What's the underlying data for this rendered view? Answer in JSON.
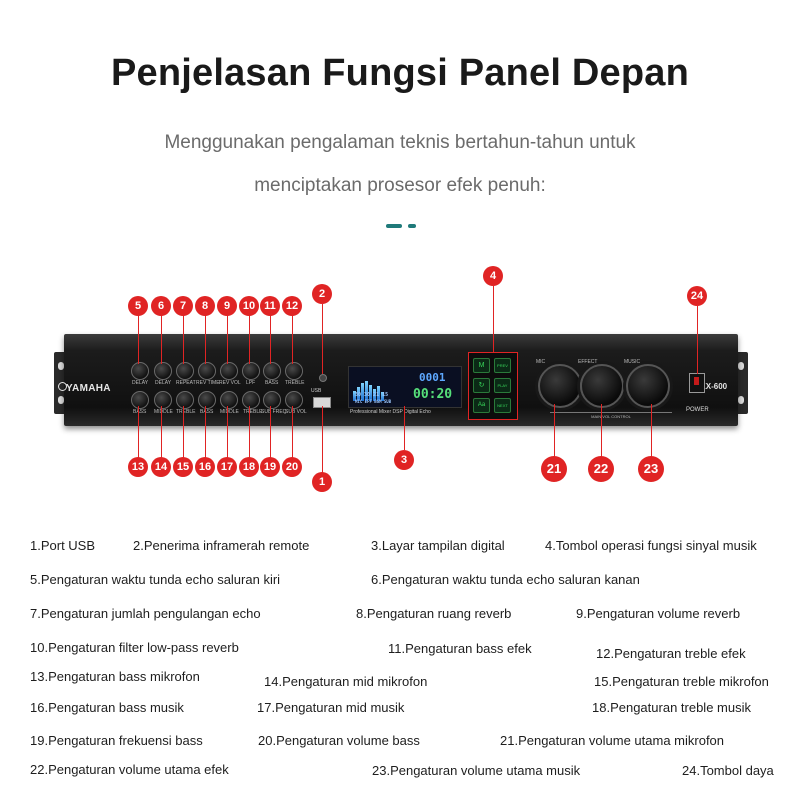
{
  "header": {
    "title": "Penjelasan Fungsi Panel Depan",
    "subtitle_line1": "Menggunakan pengalaman teknis bertahun-tahun untuk",
    "subtitle_line2": "menciptakan prosesor efek penuh:"
  },
  "device": {
    "brand": "YAMAHA",
    "model": "KX-600",
    "usb_label": "USB",
    "display_caption": "Professional Mixer DSP Digital Echo",
    "display_counter": "0001",
    "display_time": "00:20",
    "display_small": "30 30 21 15",
    "display_small2": "MIC EFF BGM SUB",
    "main_vol_label": "MAIN VOL CONTROL",
    "power_label": "POWER",
    "top_knob_labels": [
      "DELAY",
      "DELAY",
      "REPEAT",
      "REV TIME",
      "REV VOL",
      "LPF",
      "BASS",
      "TREBLE"
    ],
    "bottom_knob_labels": [
      "BASS",
      "MIDDLE",
      "TREBLE",
      "BASS",
      "MIDDLE",
      "TREBLE",
      "SUB FREQ",
      "SUB VOL"
    ],
    "big_knob_labels": [
      "MIC",
      "EFFECT",
      "MUSIC"
    ],
    "mode_buttons": [
      "M",
      "PREV",
      "↻",
      "PLAY",
      "Aa",
      "NEXT"
    ]
  },
  "callouts": {
    "c1": "1",
    "c2": "2",
    "c3": "3",
    "c4": "4",
    "c5": "5",
    "c6": "6",
    "c7": "7",
    "c8": "8",
    "c9": "9",
    "c10": "10",
    "c11": "11",
    "c12": "12",
    "c13": "13",
    "c14": "14",
    "c15": "15",
    "c16": "16",
    "c17": "17",
    "c18": "18",
    "c19": "19",
    "c20": "20",
    "c21": "21",
    "c22": "22",
    "c23": "23",
    "c24": "24"
  },
  "functions": [
    "1.Port USB",
    "2.Penerima inframerah remote",
    "3.Layar tampilan digital",
    "4.Tombol operasi fungsi sinyal musik",
    "5.Pengaturan waktu tunda echo saluran kiri",
    "6.Pengaturan waktu tunda echo saluran kanan",
    "7.Pengaturan jumlah pengulangan echo",
    "8.Pengaturan ruang reverb",
    "9.Pengaturan volume reverb",
    "10.Pengaturan filter low-pass reverb",
    "11.Pengaturan bass efek",
    "12.Pengaturan treble efek",
    "13.Pengaturan bass mikrofon",
    "14.Pengaturan mid mikrofon",
    "15.Pengaturan treble mikrofon",
    "16.Pengaturan bass musik",
    "17.Pengaturan mid musik",
    "18.Pengaturan treble musik",
    "19.Pengaturan frekuensi bass",
    "20.Pengaturan volume bass",
    "21.Pengaturan volume utama mikrofon",
    "22.Pengaturan volume utama efek",
    "23.Pengaturan volume utama musik",
    "24.Tombol daya"
  ],
  "colors": {
    "callout_red": "#e02424",
    "accent_teal": "#1f7a7a",
    "title": "#1a1a1a",
    "subtitle": "#6b6b6b"
  }
}
